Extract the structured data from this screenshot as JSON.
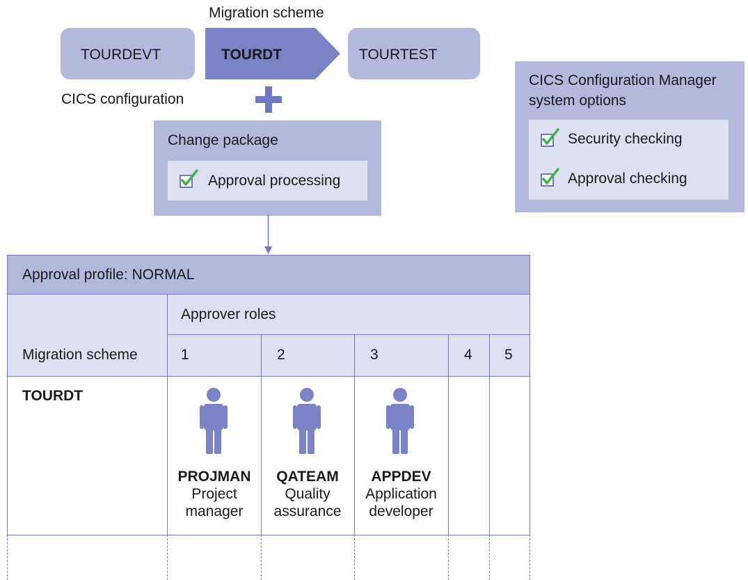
{
  "migration_title": "Migration scheme",
  "stages": {
    "left": "TOURDEVT",
    "middle": "TOURDT",
    "right": "TOURTEST"
  },
  "cics_configuration_label": "CICS configuration",
  "change_package": {
    "title": "Change package",
    "option": "Approval processing"
  },
  "system_options": {
    "title_line1": "CICS Configuration Manager",
    "title_line2": "system options",
    "options": [
      "Security checking",
      "Approval checking"
    ]
  },
  "approval_profile": {
    "header": "Approval profile: NORMAL",
    "approver_roles_label": "Approver roles",
    "migration_scheme_label": "Migration scheme",
    "role_numbers": [
      "1",
      "2",
      "3",
      "4",
      "5"
    ],
    "scheme_name": "TOURDT",
    "approvers": [
      {
        "id": "PROJMAN",
        "desc1": "Project",
        "desc2": "manager"
      },
      {
        "id": "QATEAM",
        "desc1": "Quality",
        "desc2": "assurance"
      },
      {
        "id": "APPDEV",
        "desc1": "Application",
        "desc2": "developer"
      }
    ]
  },
  "colors": {
    "panel": "#b3b8dd",
    "inner": "#dde0f1",
    "accent": "#7a83c6",
    "line": "#6f79c2",
    "check": "#3fb24a"
  }
}
